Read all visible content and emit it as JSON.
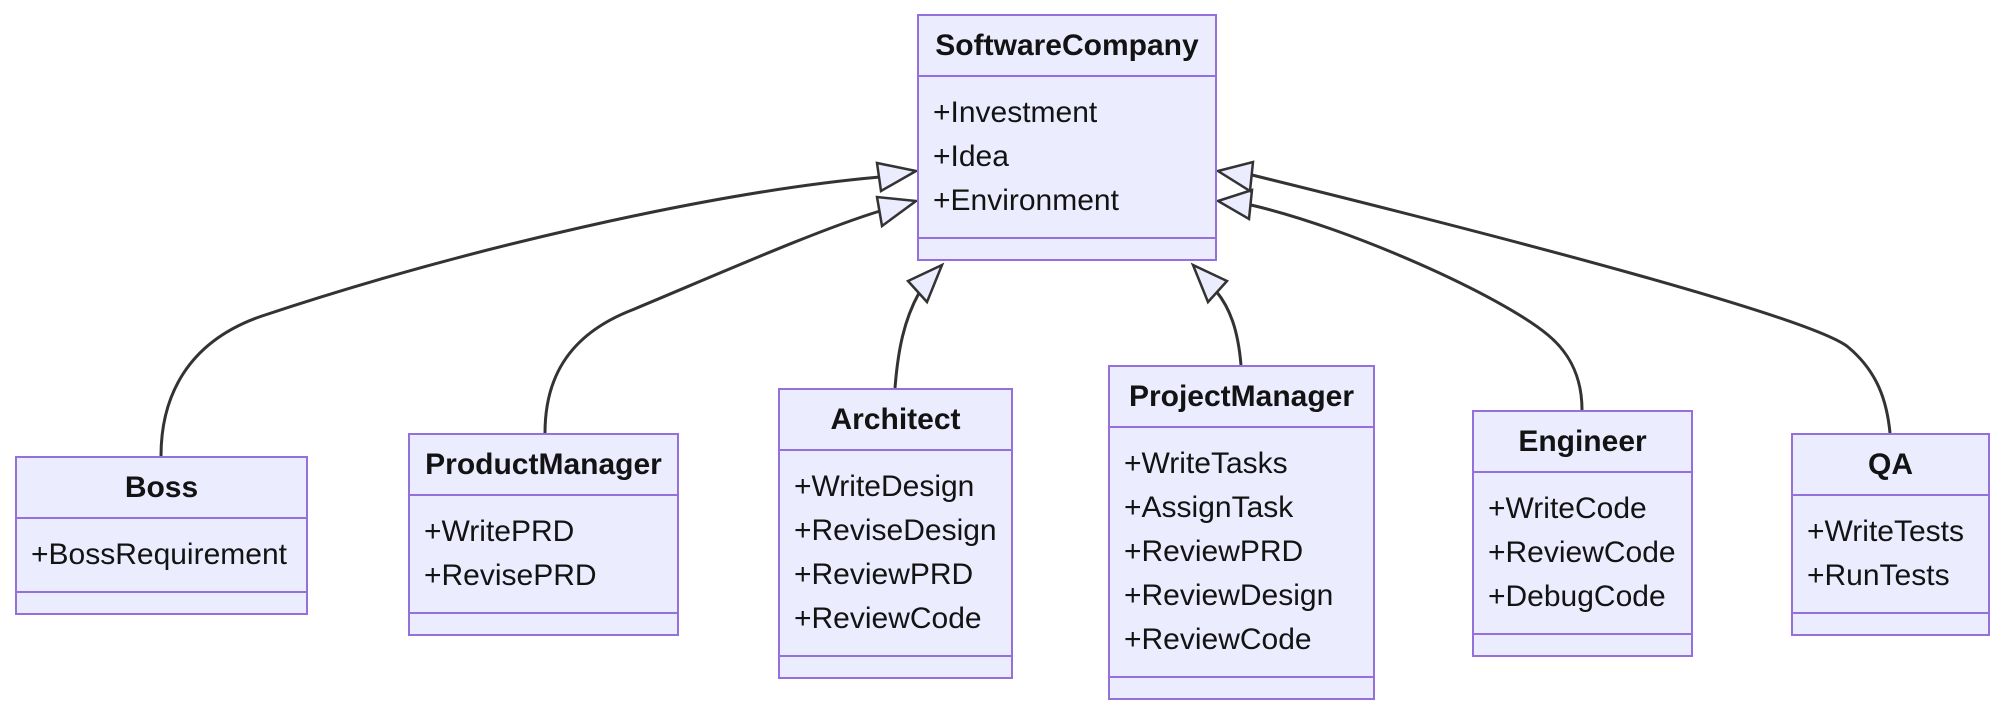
{
  "diagram": {
    "kind": "uml-class-diagram",
    "colors": {
      "node_fill": "#ECECFF",
      "node_border": "#9370DB",
      "edge_stroke": "#333333",
      "text": "#131313",
      "background": "#ffffff"
    },
    "classes": [
      {
        "name": "SoftwareCompany",
        "attributes": [
          "+Investment",
          "+Idea",
          "+Environment"
        ]
      },
      {
        "name": "Boss",
        "attributes": [
          "+BossRequirement"
        ]
      },
      {
        "name": "ProductManager",
        "attributes": [
          "+WritePRD",
          "+RevisePRD"
        ]
      },
      {
        "name": "Architect",
        "attributes": [
          "+WriteDesign",
          "+ReviseDesign",
          "+ReviewPRD",
          "+ReviewCode"
        ]
      },
      {
        "name": "ProjectManager",
        "attributes": [
          "+WriteTasks",
          "+AssignTask",
          "+ReviewPRD",
          "+ReviewDesign",
          "+ReviewCode"
        ]
      },
      {
        "name": "Engineer",
        "attributes": [
          "+WriteCode",
          "+ReviewCode",
          "+DebugCode"
        ]
      },
      {
        "name": "QA",
        "attributes": [
          "+WriteTests",
          "+RunTests"
        ]
      }
    ],
    "relationships": [
      {
        "from": "Boss",
        "to": "SoftwareCompany",
        "type": "inheritance"
      },
      {
        "from": "ProductManager",
        "to": "SoftwareCompany",
        "type": "inheritance"
      },
      {
        "from": "Architect",
        "to": "SoftwareCompany",
        "type": "inheritance"
      },
      {
        "from": "ProjectManager",
        "to": "SoftwareCompany",
        "type": "inheritance"
      },
      {
        "from": "Engineer",
        "to": "SoftwareCompany",
        "type": "inheritance"
      },
      {
        "from": "QA",
        "to": "SoftwareCompany",
        "type": "inheritance"
      }
    ]
  }
}
